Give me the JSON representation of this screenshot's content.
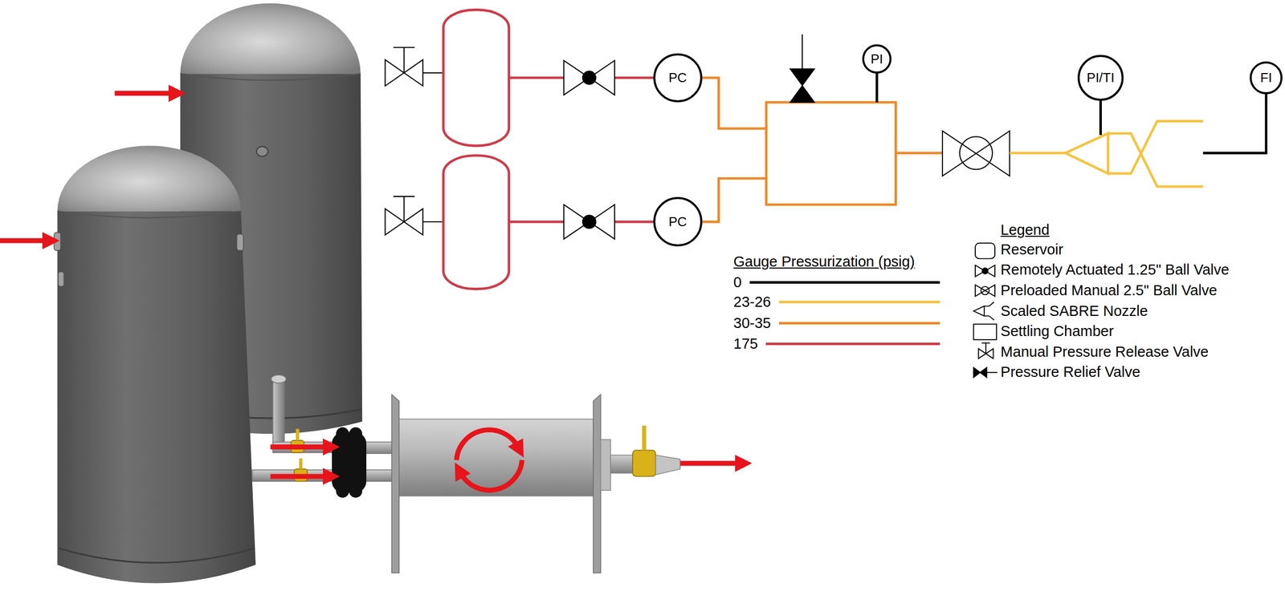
{
  "diagram": {
    "nodes": [
      {
        "text": [
          "PC"
        ]
      },
      {
        "text": [
          "PI"
        ]
      },
      {
        "text": [
          "PI/TI"
        ]
      },
      {
        "text": [
          "FI"
        ]
      },
      {
        "text": [
          "PC"
        ]
      }
    ],
    "labels": [
      "Legend",
      "Gauge Pressurization (psig)"
    ],
    "legend": [
      {
        "text": "0",
        "color": "#000000"
      },
      {
        "text": "23-26",
        "color": "#f9c23c"
      },
      {
        "text": "30-35",
        "color": "#ee8a2a"
      },
      {
        "text": "175",
        "color": "#d03a47"
      },
      {
        "text": "Reservoir"
      },
      {
        "text": "Remotely Actuated 1.25\" Ball Valve"
      },
      {
        "text": "Preloaded Manual 2.5\" Ball Valve"
      },
      {
        "text": "Scaled SABRE Nozzle"
      },
      {
        "text": "Settling Chamber"
      },
      {
        "text": "Manual Pressure Release Valve"
      },
      {
        "text": "Pressure Relief Valve"
      }
    ]
  }
}
